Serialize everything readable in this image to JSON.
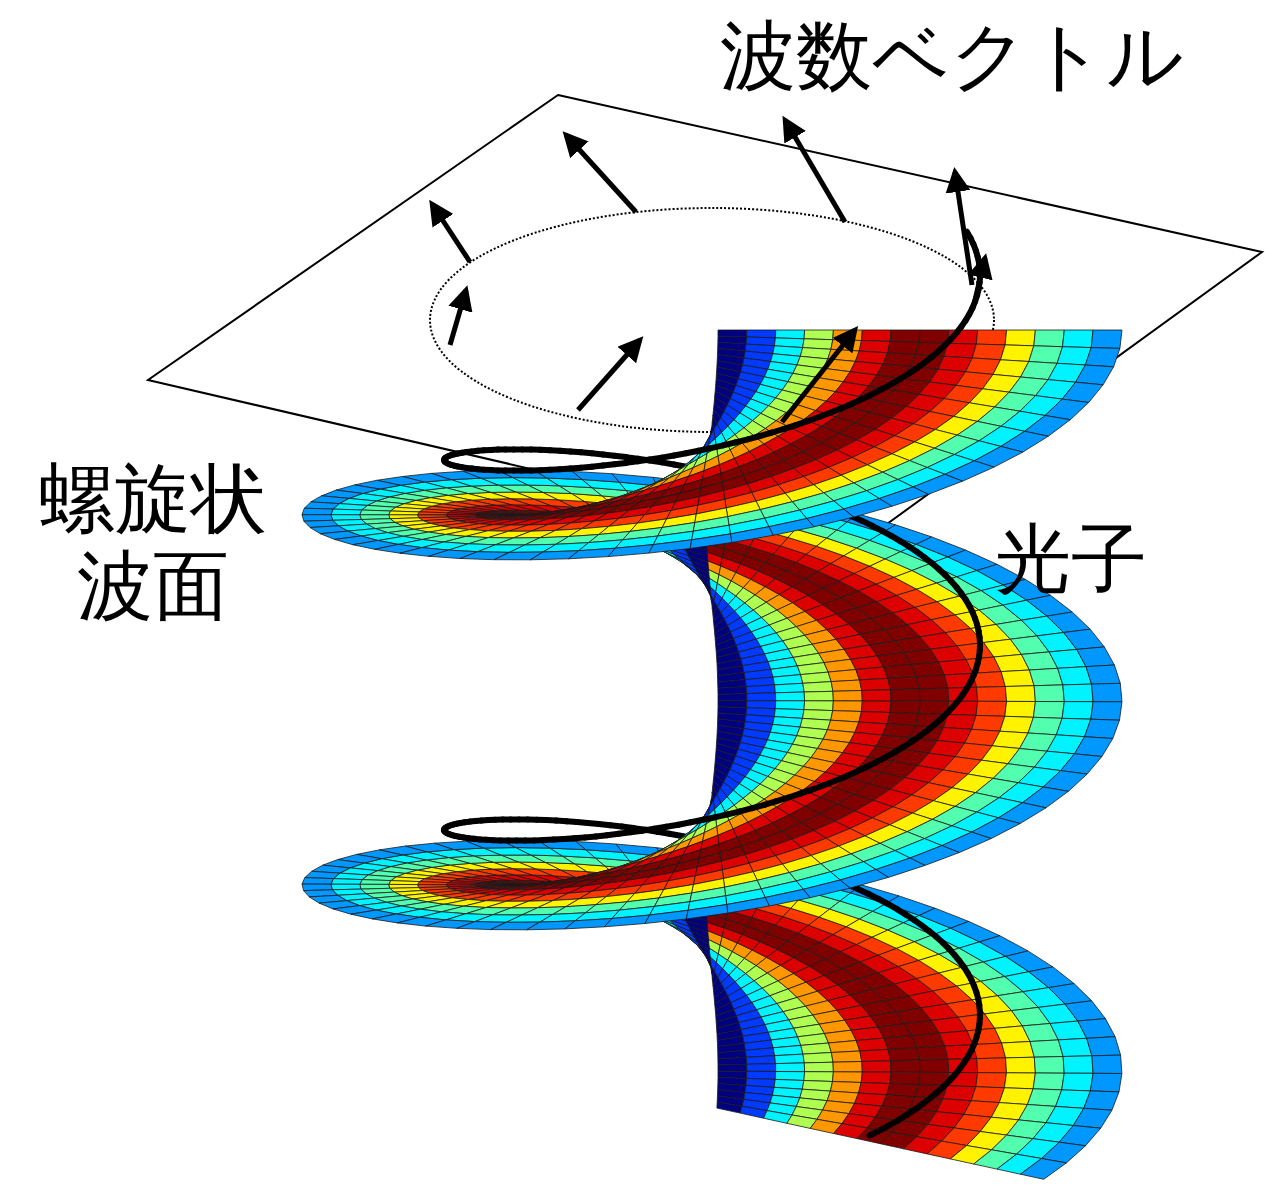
{
  "diagram": {
    "labels": [
      "波数ベクトル",
      "螺旋状 波面",
      "光子"
    ]
  }
}
